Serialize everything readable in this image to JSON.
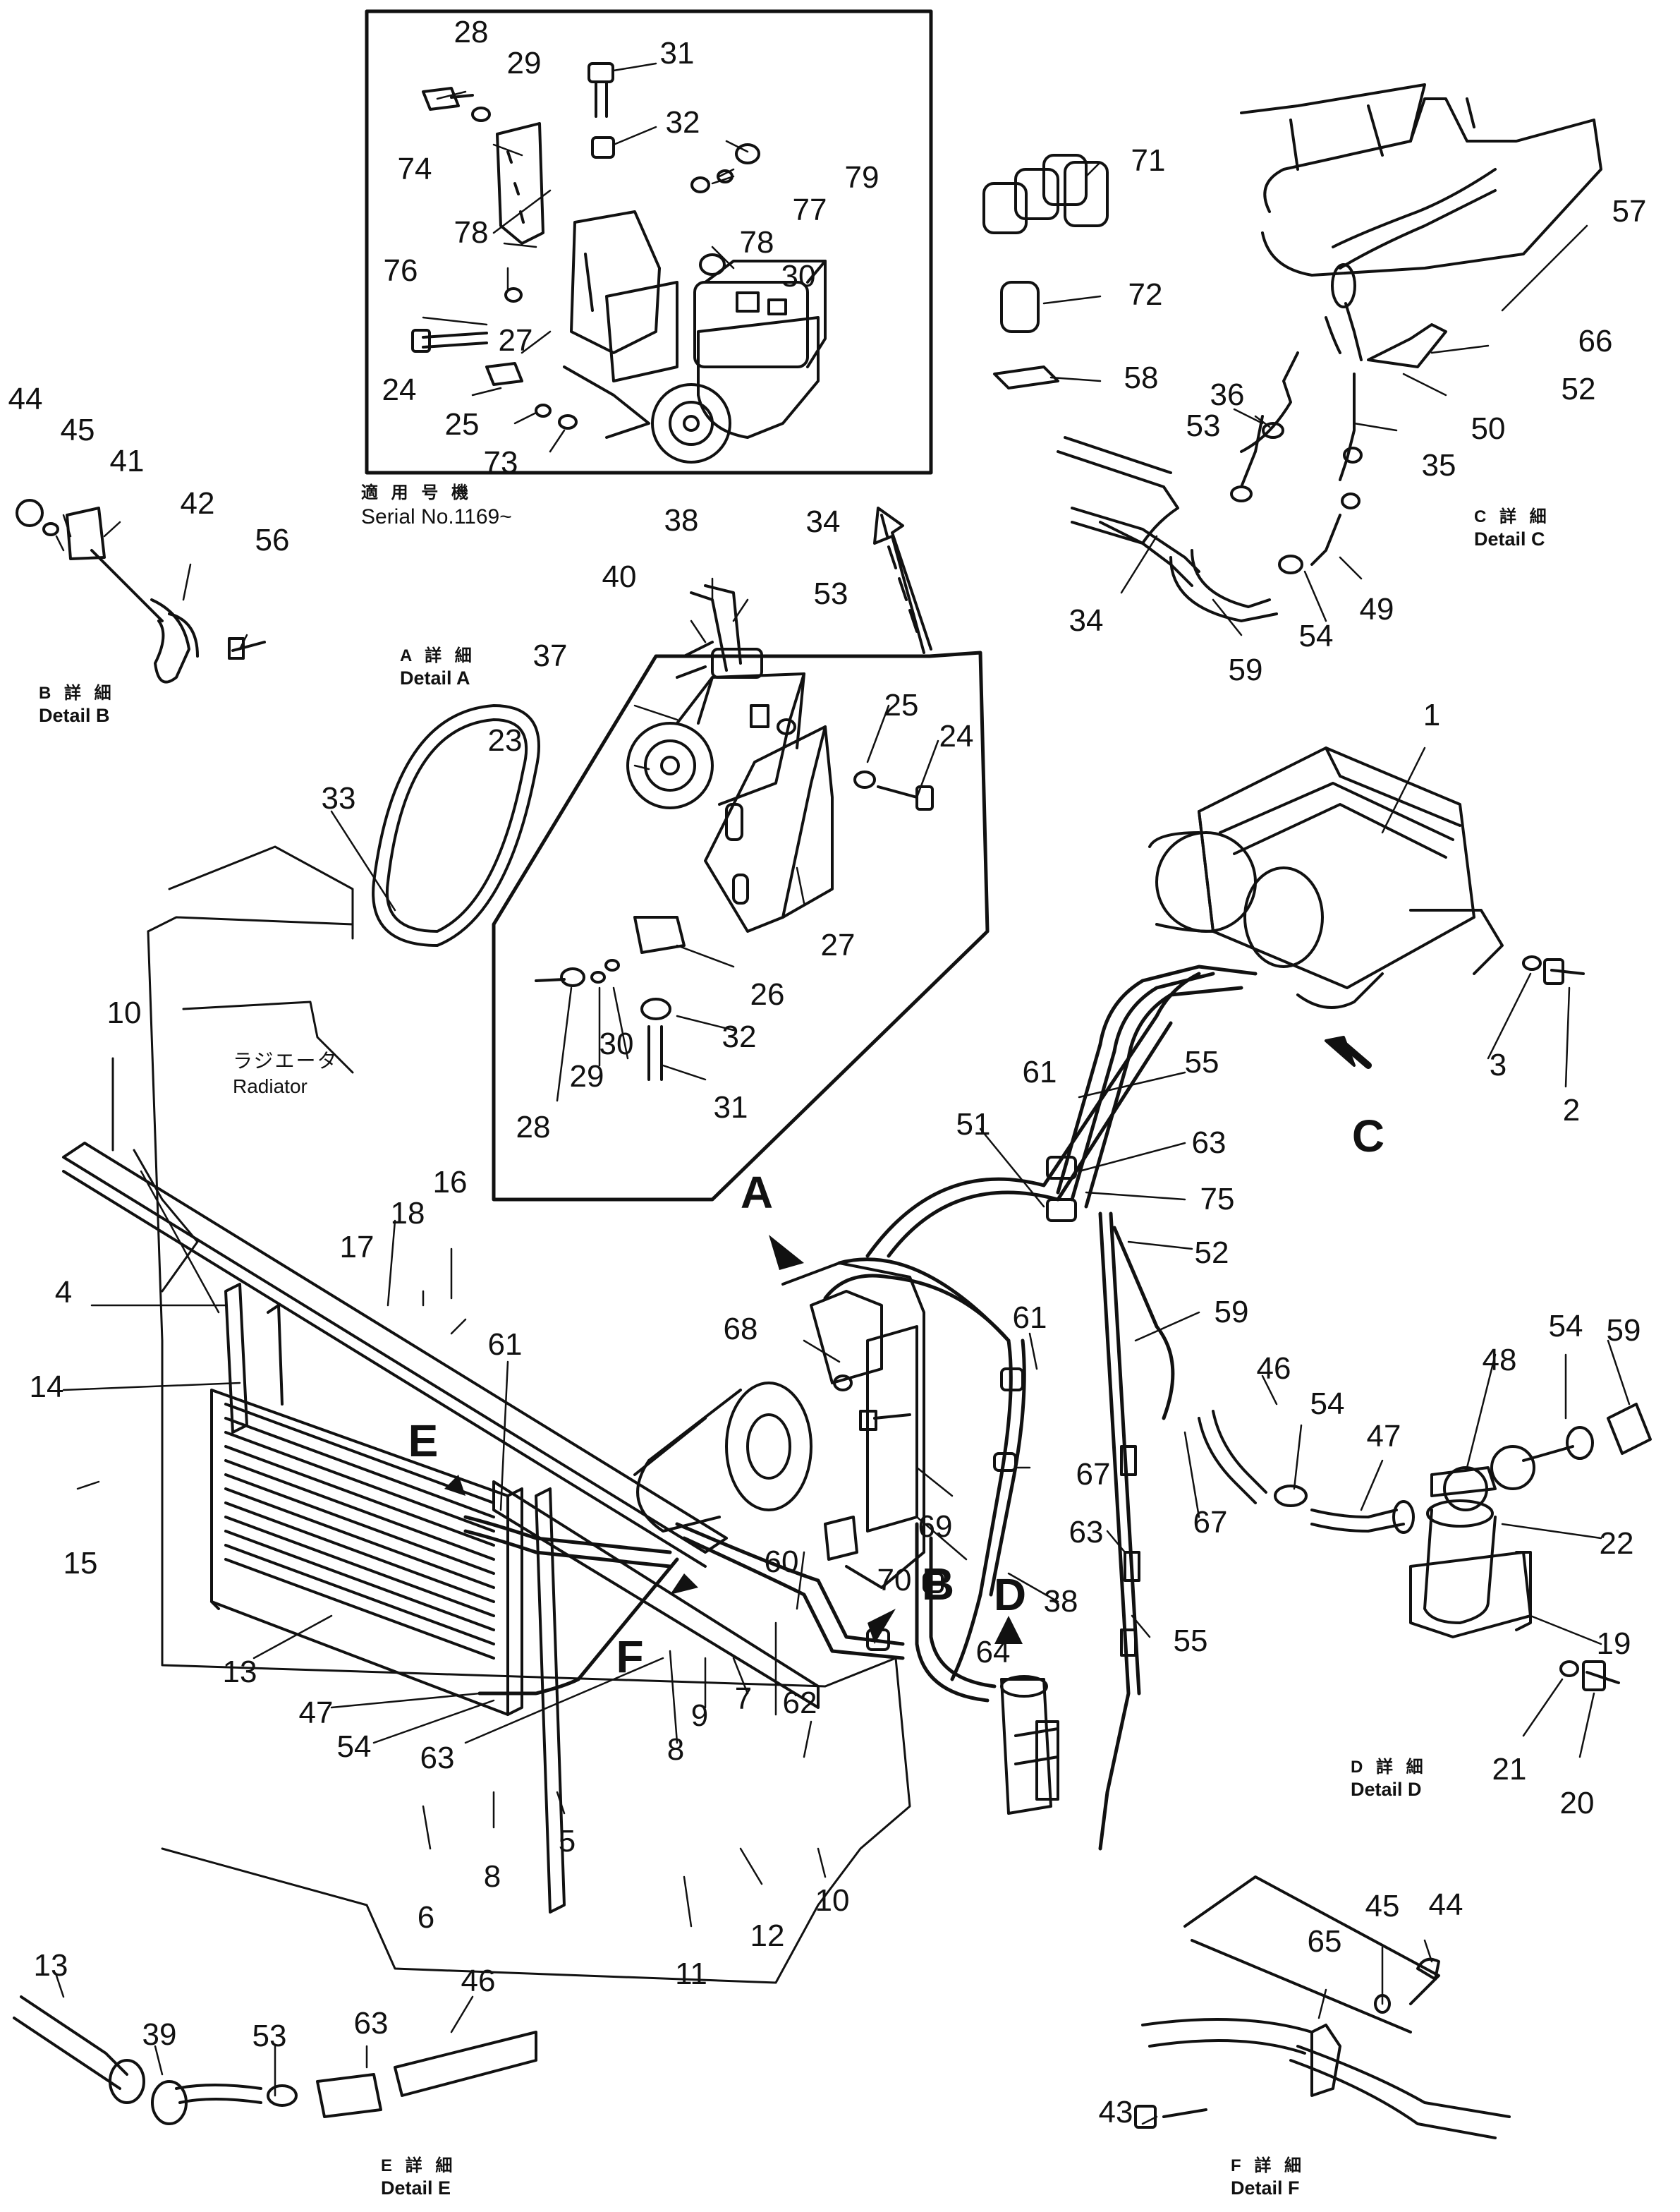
{
  "captions": {
    "serial_jp": "適 用 号 機",
    "serial_en": "Serial No.1169~",
    "detail_a_jp": "A 詳 細",
    "detail_a_en": "Detail A",
    "detail_b_jp": "B 詳 細",
    "detail_b_en": "Detail B",
    "detail_c_jp": "C 詳 細",
    "detail_c_en": "Detail C",
    "detail_d_jp": "D 詳 細",
    "detail_d_en": "Detail D",
    "detail_e_jp": "E 詳 細",
    "detail_e_en": "Detail E",
    "detail_f_jp": "F 詳 細",
    "detail_f_en": "Detail F",
    "radiator_jp": "ラジエータ",
    "radiator_en": "Radiator"
  },
  "view_letters": [
    "A",
    "B",
    "C",
    "D",
    "E",
    "F"
  ],
  "part_numbers": [
    "1",
    "2",
    "3",
    "4",
    "5",
    "6",
    "7",
    "8",
    "9",
    "10",
    "11",
    "12",
    "13",
    "14",
    "15",
    "16",
    "17",
    "18",
    "19",
    "20",
    "21",
    "22",
    "23",
    "24",
    "25",
    "26",
    "27",
    "28",
    "29",
    "30",
    "31",
    "32",
    "33",
    "34",
    "35",
    "36",
    "37",
    "38",
    "39",
    "40",
    "41",
    "42",
    "43",
    "44",
    "45",
    "46",
    "47",
    "48",
    "49",
    "50",
    "51",
    "52",
    "53",
    "54",
    "55",
    "56",
    "57",
    "58",
    "59",
    "60",
    "61",
    "62",
    "63",
    "64",
    "65",
    "66",
    "67",
    "68",
    "69",
    "70",
    "71",
    "72",
    "73",
    "74",
    "75",
    "76",
    "77",
    "78",
    "79"
  ]
}
